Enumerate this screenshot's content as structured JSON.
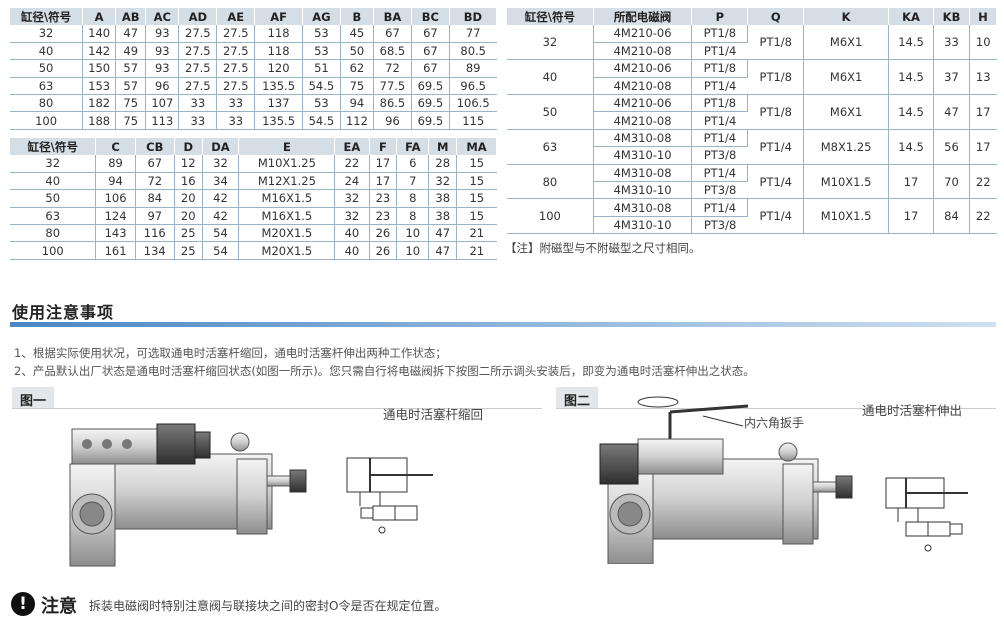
{
  "table1": {
    "headers": [
      "缸径\\符号",
      "A",
      "AB",
      "AC",
      "AD",
      "AE",
      "AF",
      "AG",
      "B",
      "BA",
      "BC",
      "BD"
    ],
    "rows": [
      [
        "32",
        "140",
        "47",
        "93",
        "27.5",
        "27.5",
        "118",
        "53",
        "45",
        "67",
        "67",
        "77"
      ],
      [
        "40",
        "142",
        "49",
        "93",
        "27.5",
        "27.5",
        "118",
        "53",
        "50",
        "68.5",
        "67",
        "80.5"
      ],
      [
        "50",
        "150",
        "57",
        "93",
        "27.5",
        "27.5",
        "120",
        "51",
        "62",
        "72",
        "67",
        "89"
      ],
      [
        "63",
        "153",
        "57",
        "96",
        "27.5",
        "27.5",
        "135.5",
        "54.5",
        "75",
        "77.5",
        "69.5",
        "96.5"
      ],
      [
        "80",
        "182",
        "75",
        "107",
        "33",
        "33",
        "137",
        "53",
        "94",
        "86.5",
        "69.5",
        "106.5"
      ],
      [
        "100",
        "188",
        "75",
        "113",
        "33",
        "33",
        "135.5",
        "54.5",
        "112",
        "96",
        "69.5",
        "115"
      ]
    ]
  },
  "table2": {
    "headers": [
      "缸径\\符号",
      "C",
      "CB",
      "D",
      "DA",
      "E",
      "EA",
      "F",
      "FA",
      "M",
      "MA"
    ],
    "rows": [
      [
        "32",
        "89",
        "67",
        "12",
        "32",
        "M10X1.25",
        "22",
        "17",
        "6",
        "28",
        "15"
      ],
      [
        "40",
        "94",
        "72",
        "16",
        "34",
        "M12X1.25",
        "24",
        "17",
        "7",
        "32",
        "15"
      ],
      [
        "50",
        "106",
        "84",
        "20",
        "42",
        "M16X1.5",
        "32",
        "23",
        "8",
        "38",
        "15"
      ],
      [
        "63",
        "124",
        "97",
        "20",
        "42",
        "M16X1.5",
        "32",
        "23",
        "8",
        "38",
        "15"
      ],
      [
        "80",
        "143",
        "116",
        "25",
        "54",
        "M20X1.5",
        "40",
        "26",
        "10",
        "47",
        "21"
      ],
      [
        "100",
        "161",
        "134",
        "25",
        "54",
        "M20X1.5",
        "40",
        "26",
        "10",
        "47",
        "21"
      ]
    ]
  },
  "table3": {
    "headers": [
      "缸径\\符号",
      "所配电磁阀",
      "P",
      "Q",
      "K",
      "KA",
      "KB",
      "H"
    ],
    "groups": [
      {
        "bore": "32",
        "valves": [
          "4M210-06",
          "4M210-08"
        ],
        "p": [
          "PT1/8",
          "PT1/4"
        ],
        "q": "PT1/8",
        "k": "M6X1",
        "ka": "14.5",
        "kb": "33",
        "h": "10"
      },
      {
        "bore": "40",
        "valves": [
          "4M210-06",
          "4M210-08"
        ],
        "p": [
          "PT1/8",
          "PT1/4"
        ],
        "q": "PT1/8",
        "k": "M6X1",
        "ka": "14.5",
        "kb": "37",
        "h": "13"
      },
      {
        "bore": "50",
        "valves": [
          "4M210-06",
          "4M210-08"
        ],
        "p": [
          "PT1/8",
          "PT1/4"
        ],
        "q": "PT1/8",
        "k": "M6X1",
        "ka": "14.5",
        "kb": "47",
        "h": "17"
      },
      {
        "bore": "63",
        "valves": [
          "4M310-08",
          "4M310-10"
        ],
        "p": [
          "PT1/4",
          "PT3/8"
        ],
        "q": "PT1/4",
        "k": "M8X1.25",
        "ka": "14.5",
        "kb": "56",
        "h": "17"
      },
      {
        "bore": "80",
        "valves": [
          "4M310-08",
          "4M310-10"
        ],
        "p": [
          "PT1/4",
          "PT3/8"
        ],
        "q": "PT1/4",
        "k": "M10X1.5",
        "ka": "17",
        "kb": "70",
        "h": "22"
      },
      {
        "bore": "100",
        "valves": [
          "4M310-08",
          "4M310-10"
        ],
        "p": [
          "PT1/4",
          "PT3/8"
        ],
        "q": "PT1/4",
        "k": "M10X1.5",
        "ka": "17",
        "kb": "84",
        "h": "22"
      }
    ]
  },
  "note": "【注】附磁型与不附磁型之尺寸相同。",
  "section": {
    "title": "使用注意事项",
    "items": [
      "1、根据实际使用状况，可选取通电时活塞杆缩回，通电时活塞杆伸出两种工作状态；",
      "2、产品默认出厂状态是通电时活塞杆缩回状态(如图一所示)。您只需自行将电磁阀拆下按图二所示调头安装后，即变为通电时活塞杆伸出之状态。"
    ]
  },
  "figure1": {
    "tab": "图一",
    "caption": "通电时活塞杆缩回"
  },
  "figure2": {
    "tab": "图二",
    "caption": "通电时活塞杆伸出",
    "wrench_label": "内六角扳手"
  },
  "warning": {
    "icon": "!",
    "title": "注意",
    "text": "拆装电磁阀时特别注意阀与联接块之间的密封O令是否在规定位置。"
  },
  "colors": {
    "header_bg": "#d5dde5",
    "rule": "#4a87c4",
    "grid": "#9bb3c8"
  }
}
